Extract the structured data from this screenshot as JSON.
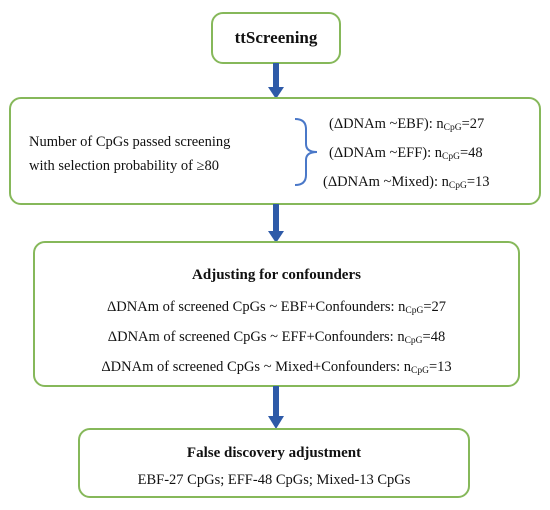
{
  "box1": {
    "title": "ttScreening"
  },
  "box2": {
    "left_lines": [
      "Number of CpGs passed screening",
      "with selection probability of ≥80"
    ],
    "right_items": [
      {
        "label": "(ΔDNAm ~EBF): n",
        "sub": "CpG",
        "value": "=27"
      },
      {
        "label": "(ΔDNAm ~EFF): n",
        "sub": "CpG",
        "value": "=48"
      },
      {
        "label": "(ΔDNAm ~Mixed): n",
        "sub": "CpG",
        "value": "=13"
      }
    ]
  },
  "box3": {
    "title": "Adjusting for confounders",
    "lines": [
      {
        "label": "ΔDNAm of screened CpGs ~ EBF+Confounders: n",
        "sub": "CpG",
        "value": "=27"
      },
      {
        "label": "ΔDNAm of screened CpGs ~ EFF+Confounders: n",
        "sub": "CpG",
        "value": "=48"
      },
      {
        "label": "ΔDNAm of screened CpGs ~ Mixed+Confounders: n",
        "sub": "CpG",
        "value": "=13"
      }
    ]
  },
  "box4": {
    "title": "False discovery adjustment",
    "text": "EBF-27 CpGs; EFF-48 CpGs; Mixed-13 CpGs"
  },
  "colors": {
    "box_border": "#86b85a",
    "arrow": "#2e5aa8",
    "brace": "#4a78c8"
  }
}
